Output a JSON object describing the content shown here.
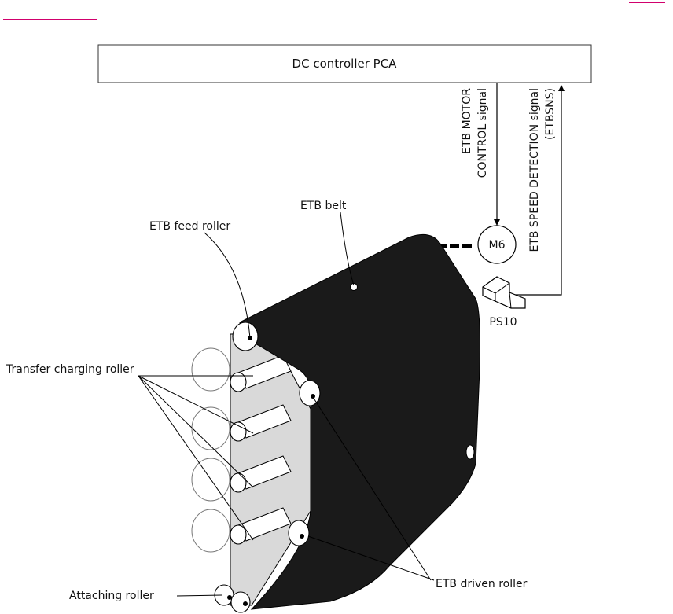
{
  "controller": {
    "title": "DC controller PCA"
  },
  "signals": {
    "motor_line1": "ETB MOTOR",
    "motor_line2": "CONTROL  signal",
    "speed_line1": "ETB SPEED DETECTION  signal",
    "speed_line2": "(ETBSNS)"
  },
  "components": {
    "motor": "M6",
    "sensor": "PS10",
    "belt": "ETB belt",
    "feed_roller": "ETB feed roller",
    "transfer_roller": "Transfer charging roller",
    "attaching_roller": "Attaching roller",
    "driven_roller": "ETB driven roller"
  },
  "colors": {
    "link": "#d1006d",
    "belt": "#1a1a1a",
    "inner": "#d9d9d9"
  }
}
